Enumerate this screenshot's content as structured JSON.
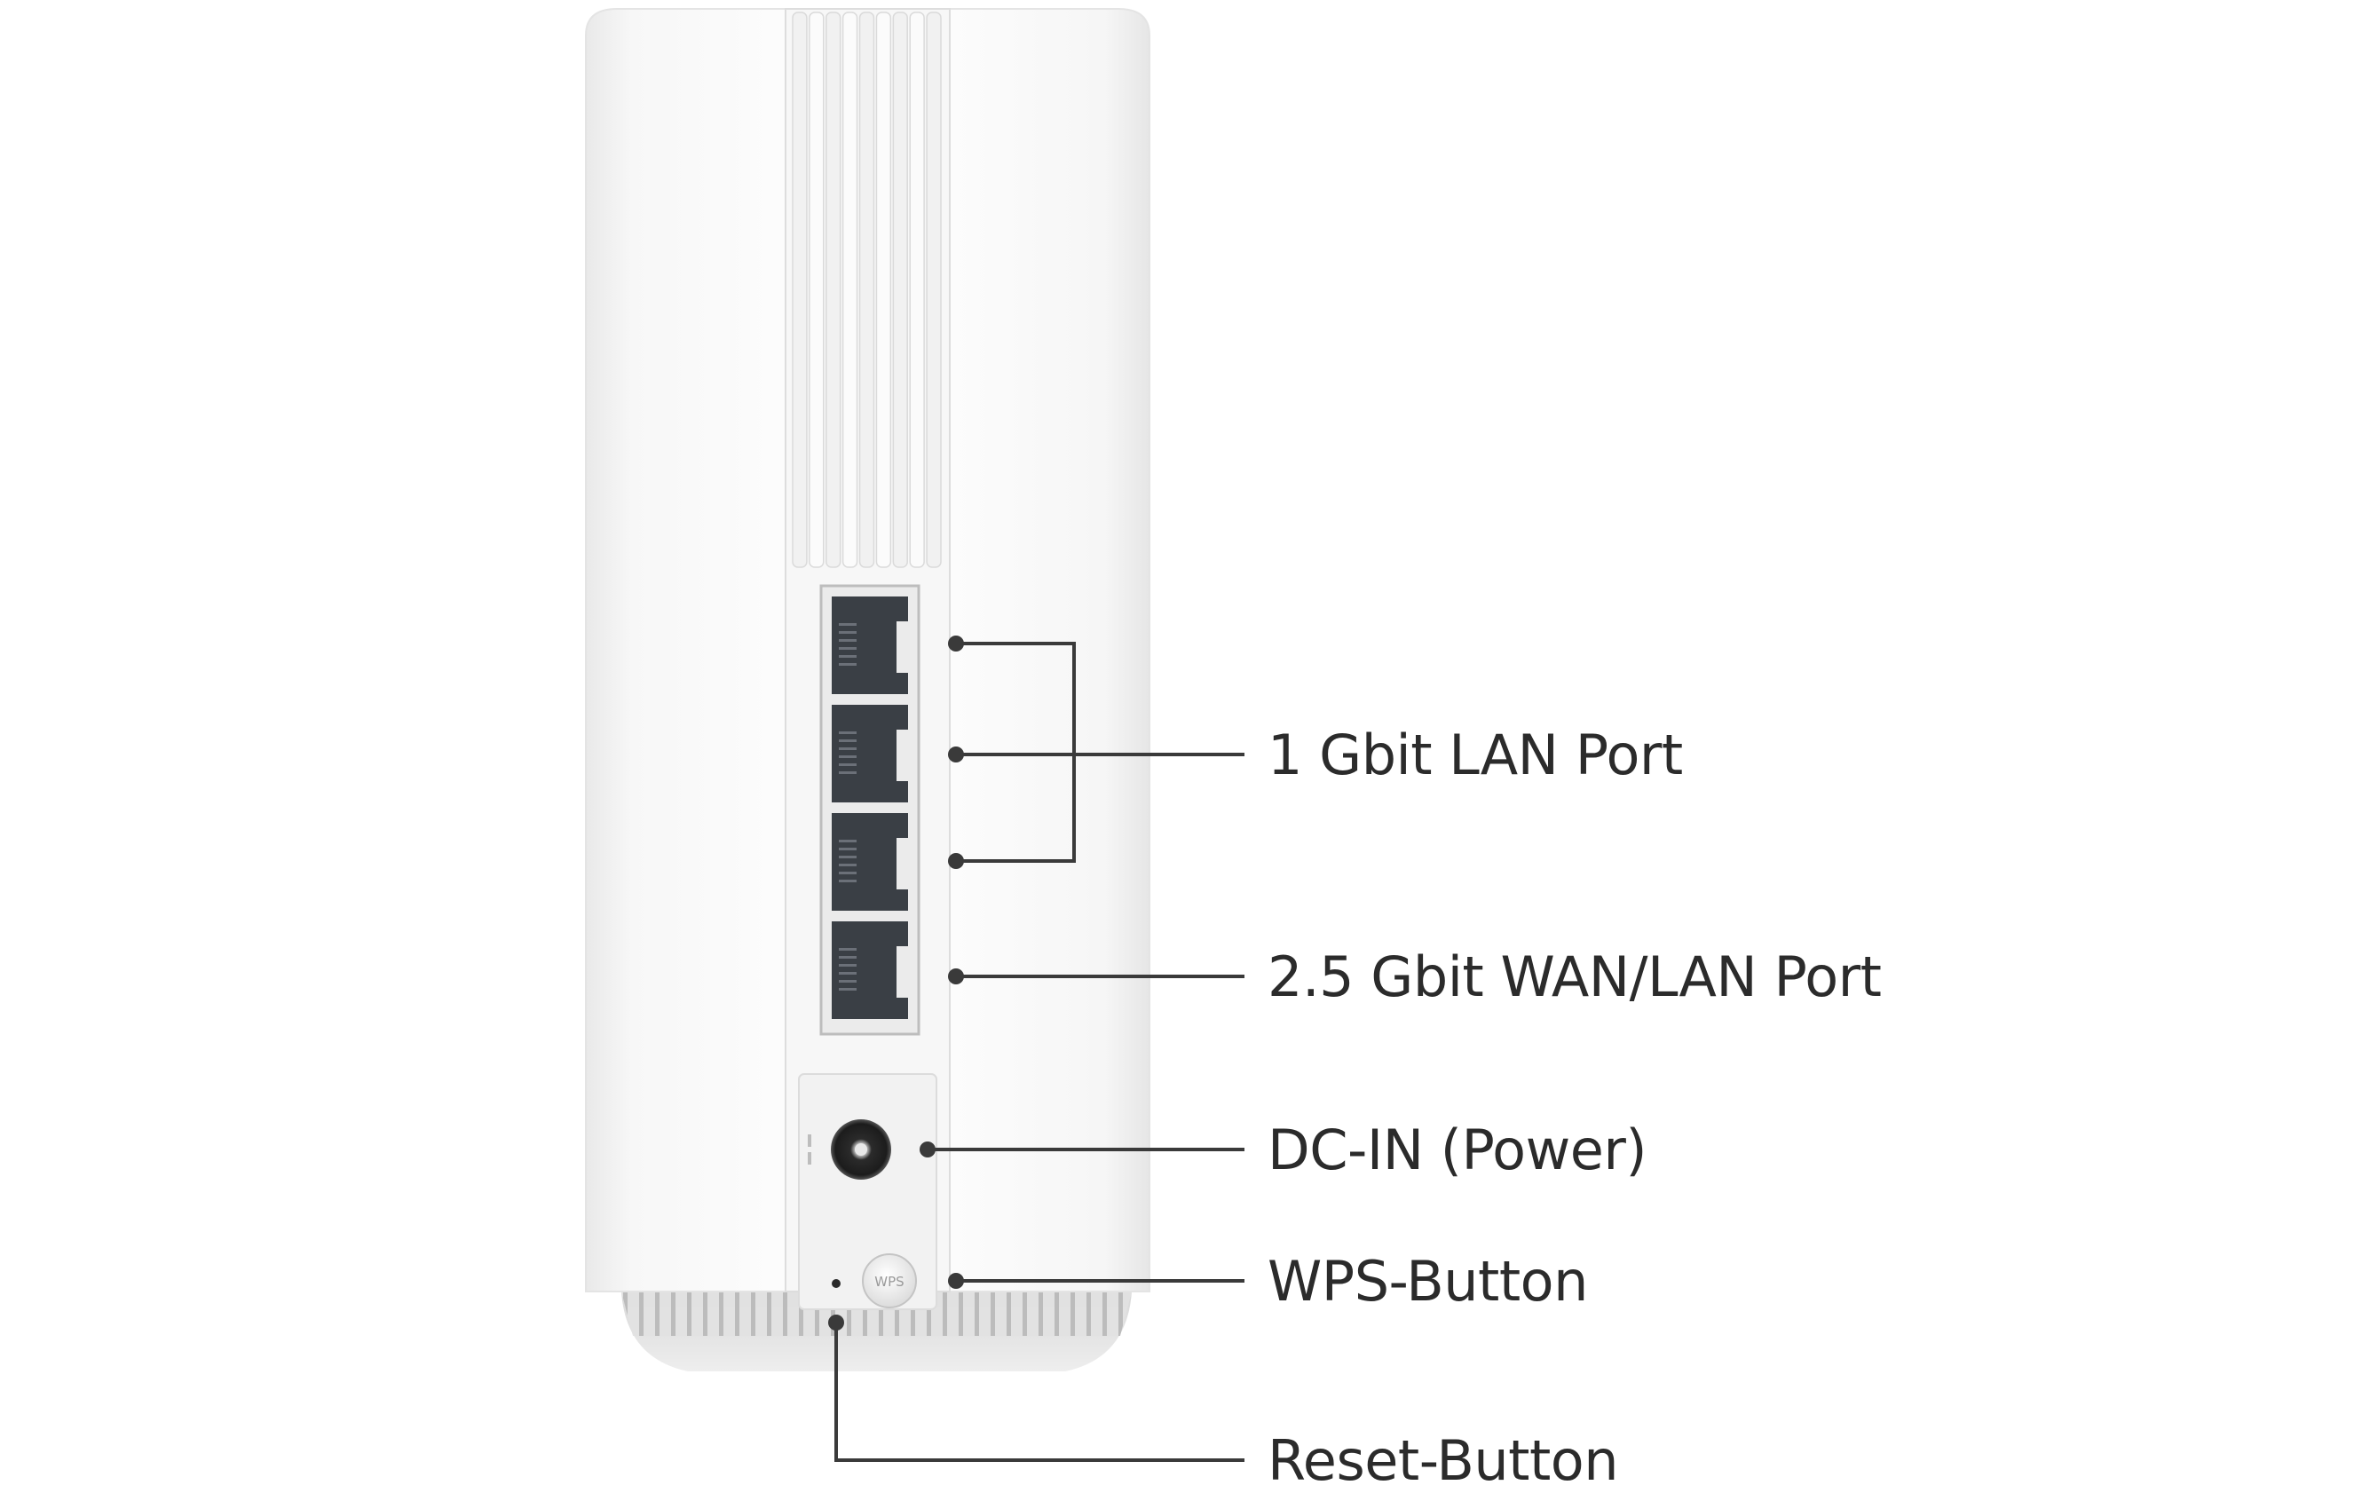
{
  "labels": {
    "lan": "1 Gbit LAN Port",
    "wan": "2.5 Gbit WAN/LAN Port",
    "dc": "DC-IN (Power)",
    "wps": "WPS-Button",
    "reset": "Reset-Button"
  },
  "device_text": {
    "wps_button": "WPS"
  },
  "colors": {
    "body": "#ffffff",
    "leader": "#3a3a3a",
    "text": "#2b2b2b",
    "port": "#3a3f45"
  }
}
